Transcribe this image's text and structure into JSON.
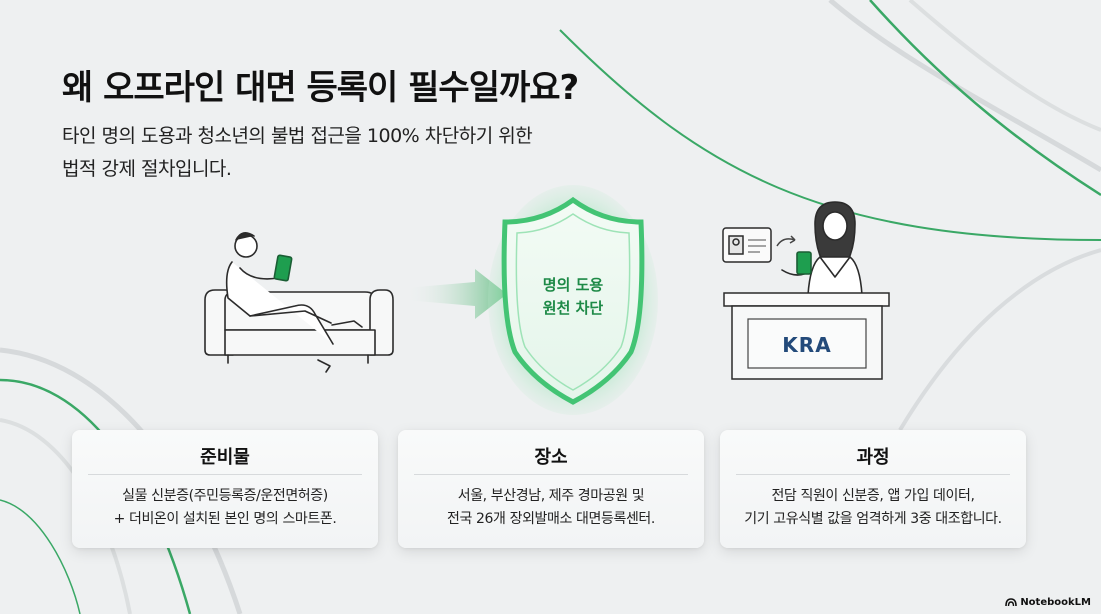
{
  "title": "왜 오프라인 대면 등록이 필수일까요?",
  "subtitle": {
    "line1": "타인 명의 도용과 청소년의 불법 접근을 100% 차단하기 위한",
    "line2": "법적 강제 절차입니다."
  },
  "shield": {
    "line1": "명의 도용",
    "line2": "원천 차단"
  },
  "desk_logo": "KRA",
  "cards": [
    {
      "title": "준비물",
      "lines": [
        "실물 신분증(주민등록증/운전면허증)",
        "+ 더비온이 설치된 본인 명의 스마트폰."
      ]
    },
    {
      "title": "장소",
      "lines": [
        "서울, 부산경남, 제주 경마공원 및",
        "전국 26개 장외발매소 대면등록센터."
      ]
    },
    {
      "title": "과정",
      "lines": [
        "전담 직원이 신분증, 앱 가입 데이터,",
        "기기 고유식별 값을 엄격하게 3중 대조합니다."
      ]
    }
  ],
  "brand": "NotebookLM",
  "colors": {
    "accent": "#1e9e4f",
    "shield_glow": "#5cd98a",
    "logo": "#234a7a"
  }
}
